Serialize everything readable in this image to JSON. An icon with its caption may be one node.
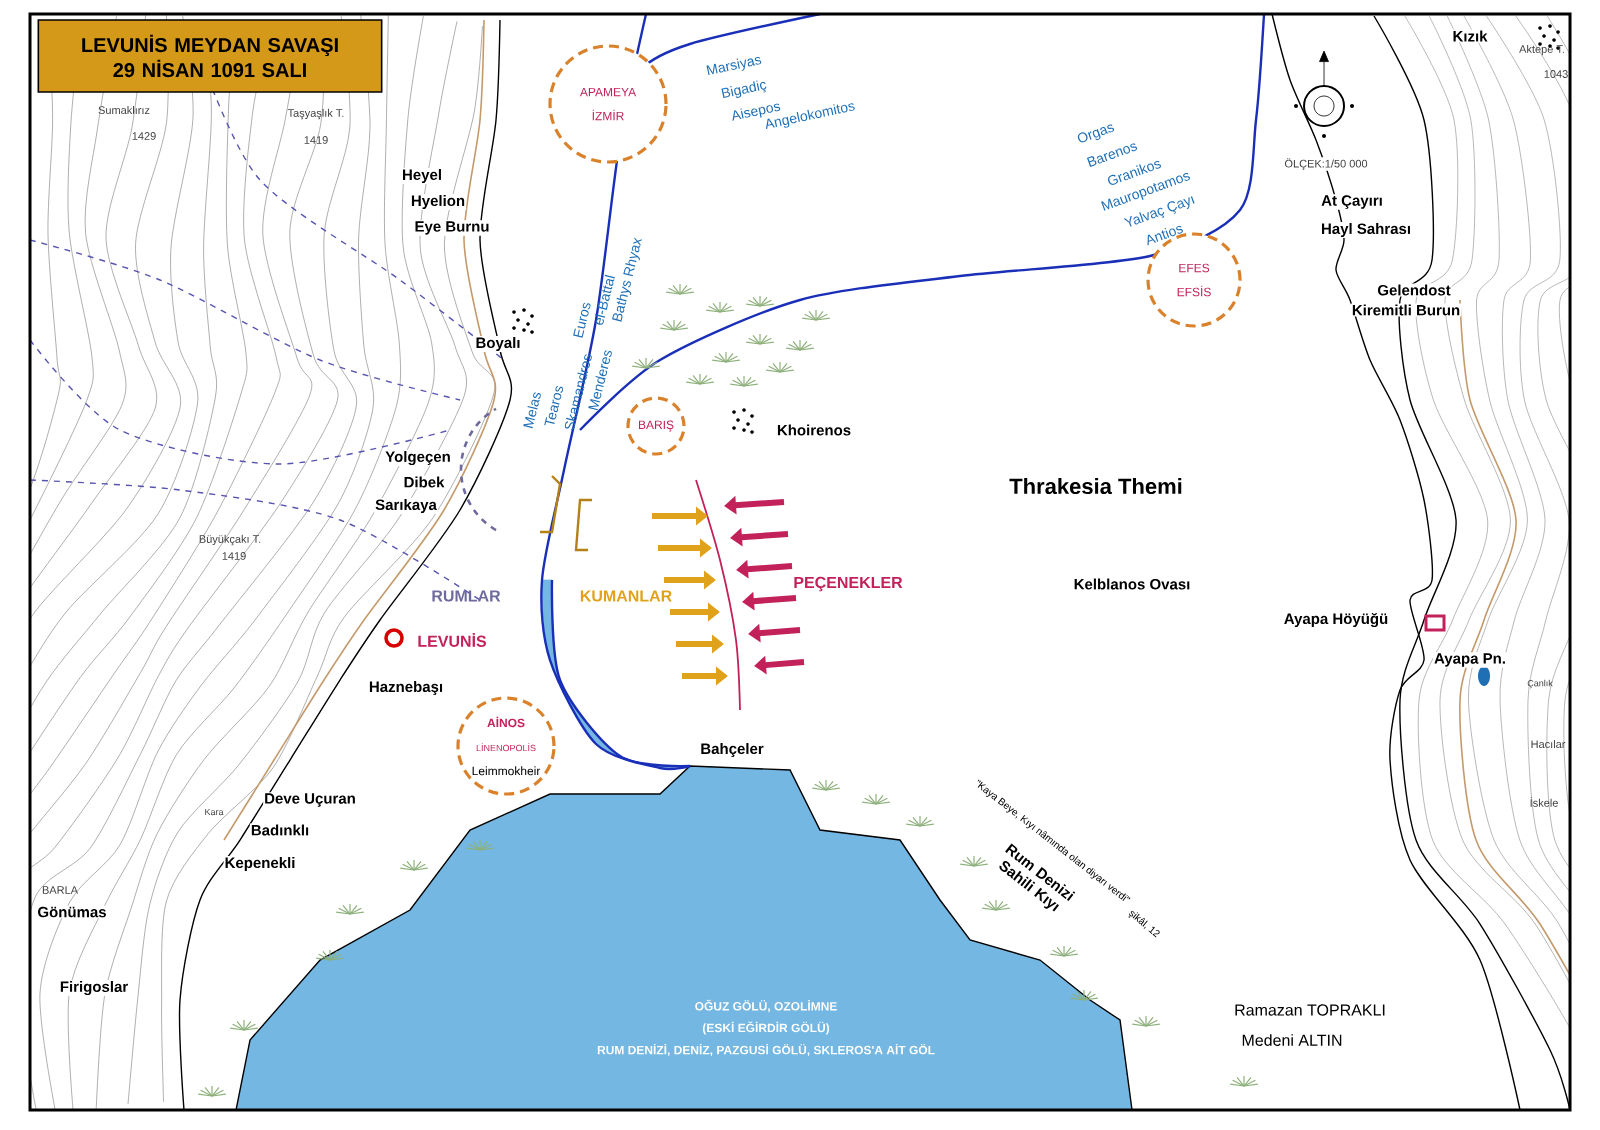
{
  "diagram": {
    "title": "LEVUNİS MEYDAN SAVAŞI 29 NİSAN 1091 SALI",
    "nodes": [
      {
        "text": [
          "APAMEYA",
          "İZMİR"
        ]
      },
      {
        "text": [
          "EFES",
          "EFSİS"
        ]
      },
      {
        "text": [
          "BARIŞ"
        ]
      },
      {
        "text": [
          "AİNOS",
          "LİNENOPOLİS",
          "Leimmokheir"
        ]
      }
    ],
    "labels": [
      "Sumaklırız",
      "1429",
      "Taşyaşlık T.",
      "1419",
      "Heyel",
      "Hyelion",
      "Eye Burnu",
      "Boyalı",
      "Euros",
      "el-Battal",
      "Bathys Rhyax",
      "Melas",
      "Tearos",
      "Skamandros",
      "Menderes",
      "Marsiyas",
      "Bigadiç",
      "Aisepos",
      "Angelokomitos",
      "Orgas",
      "Barenos",
      "Granikos",
      "Mauropotamos",
      "Yalvaç Çayı",
      "Antios",
      "ÖLÇEK:1/50 000",
      "At Çayırı",
      "Hayl Sahrası",
      "Gelendost",
      "Kiremitli Burun",
      "Kızık",
      "Aktepe T.",
      "1043",
      "Khoirenos",
      "Yolgeçen",
      "Dibek",
      "Sarıkaya",
      "Büyükçakı T.",
      "1419",
      "RUMLAR",
      "KUMANLAR",
      "PEÇENEKLER",
      "Thrakesia Themi",
      "Kelblanos Ovası",
      "LEVUNİS",
      "Haznebaşı",
      "Ayapa Höyüğü",
      "Ayapa Pn.",
      "Çanlık",
      "Hacılar",
      "İskele",
      "Bahçeler",
      "Deve Uçuran",
      "Kara",
      "Badınklı",
      "Kepenekli",
      "BARLA",
      "Gönümas",
      "Firigoslar",
      "\"Kaya Beye, Kıyı nâmında olan diyarı verdi\"",
      "Rum Denizi Sahili Kıyı",
      "şikâl, 12",
      "OĞUZ GÖLÜ, OZOLİMNE",
      "(ESKİ EĞİRDİR GÖLÜ)",
      "RUM DENİZİ, DENİZ, PAZGUSİ GÖLÜ, SKLEROS'A AİT GÖL",
      "Ramazan TOPRAKLI",
      "Medeni ALTIN"
    ]
  }
}
